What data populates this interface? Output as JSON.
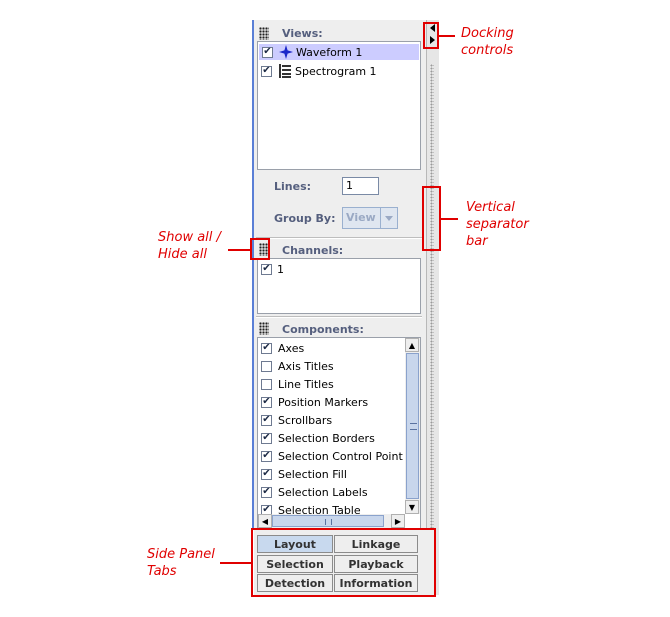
{
  "views": {
    "header": "Views:",
    "items": [
      {
        "label": "Waveform 1",
        "checked": true,
        "icon": "waveform-star-icon",
        "selected": true
      },
      {
        "label": "Spectrogram 1",
        "checked": true,
        "icon": "spectrogram-lines-icon",
        "selected": false
      }
    ]
  },
  "layout_controls": {
    "lines_label": "Lines:",
    "lines_value": "1",
    "group_by_label": "Group By:",
    "group_by_value": "View"
  },
  "channels": {
    "header": "Channels:",
    "items": [
      {
        "label": "1",
        "checked": true
      }
    ]
  },
  "components": {
    "header": "Components:",
    "items": [
      {
        "label": "Axes",
        "checked": true
      },
      {
        "label": "Axis Titles",
        "checked": false
      },
      {
        "label": "Line Titles",
        "checked": false
      },
      {
        "label": "Position Markers",
        "checked": true
      },
      {
        "label": "Scrollbars",
        "checked": true
      },
      {
        "label": "Selection Borders",
        "checked": true
      },
      {
        "label": "Selection Control Point",
        "checked": true
      },
      {
        "label": "Selection Fill",
        "checked": true
      },
      {
        "label": "Selection Labels",
        "checked": true
      },
      {
        "label": "Selection Table",
        "checked": true
      }
    ]
  },
  "tabs": [
    {
      "label": "Layout",
      "active": true
    },
    {
      "label": "Linkage",
      "active": false
    },
    {
      "label": "Selection",
      "active": false
    },
    {
      "label": "Playback",
      "active": false
    },
    {
      "label": "Detection",
      "active": false
    },
    {
      "label": "Information",
      "active": false
    }
  ],
  "annotations": {
    "docking": "Docking\ncontrols",
    "separator": "Vertical\nseparator\nbar",
    "show_hide": "Show all /\nHide all",
    "tabs": "Side Panel\nTabs"
  },
  "colors": {
    "annotation": "#e00000",
    "selection": "#ccccff",
    "panel_border": "#5a7fd6",
    "active_tab": "#c8d9ee"
  },
  "check_mark": "✔"
}
